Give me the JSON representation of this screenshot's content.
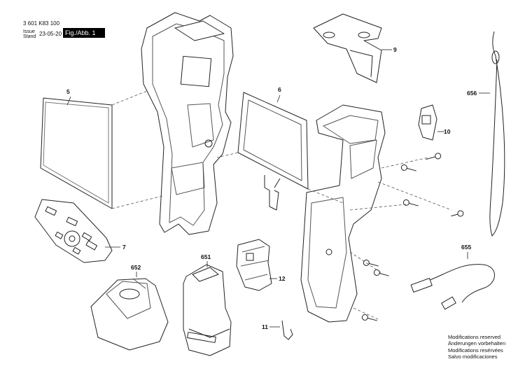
{
  "header": {
    "doc_number": "3 601 K83 100",
    "issue_label": "Issue",
    "stand_label": "Stand",
    "issue_date": "23-05-20",
    "figure_label": "Fig./Abb. 1"
  },
  "parts": [
    {
      "id": "5"
    },
    {
      "id": "6"
    },
    {
      "id": "7"
    },
    {
      "id": "9"
    },
    {
      "id": "10"
    },
    {
      "id": "11"
    },
    {
      "id": "12"
    },
    {
      "id": "651"
    },
    {
      "id": "652"
    },
    {
      "id": "655"
    },
    {
      "id": "656"
    }
  ],
  "notes": [
    "Modifications reserved",
    "Änderungen vorbehalten",
    "Modifications resérvées",
    "Salvo modificaciones"
  ]
}
